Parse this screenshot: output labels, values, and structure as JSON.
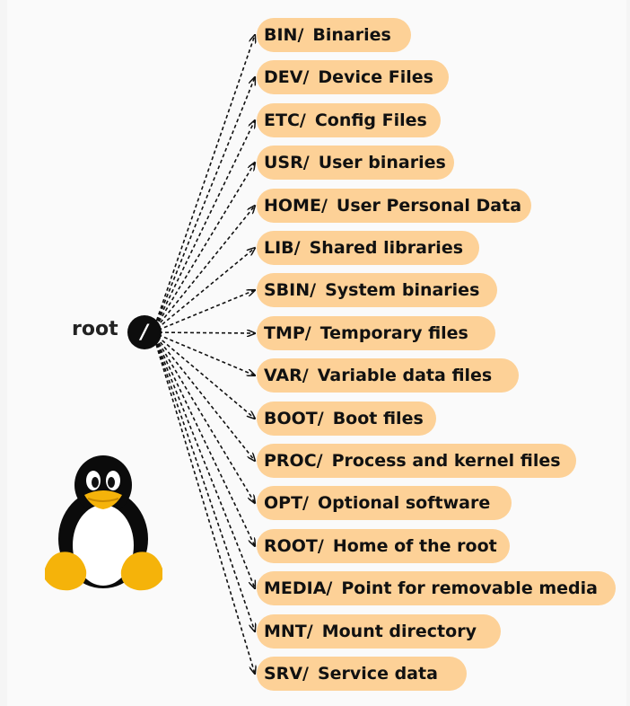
{
  "root": {
    "label": "root",
    "symbol": "/"
  },
  "directories": [
    {
      "code": "BIN/",
      "desc": "Binaries"
    },
    {
      "code": "DEV/",
      "desc": "Device Files"
    },
    {
      "code": "ETC/",
      "desc": "Config Files"
    },
    {
      "code": "USR/",
      "desc": "User binaries"
    },
    {
      "code": "HOME/",
      "desc": "User Personal Data"
    },
    {
      "code": "LIB/",
      "desc": "Shared libraries"
    },
    {
      "code": "SBIN/",
      "desc": "System binaries"
    },
    {
      "code": "TMP/",
      "desc": "Temporary files"
    },
    {
      "code": "VAR/",
      "desc": "Variable data files"
    },
    {
      "code": "BOOT/",
      "desc": "Boot files"
    },
    {
      "code": "PROC/",
      "desc": "Process and kernel files"
    },
    {
      "code": "OPT/",
      "desc": "Optional software"
    },
    {
      "code": "ROOT/",
      "desc": "Home of the root"
    },
    {
      "code": "MEDIA/",
      "desc": "Point for removable media"
    },
    {
      "code": "MNT/",
      "desc": "Mount directory"
    },
    {
      "code": "SRV/",
      "desc": "Service data"
    }
  ],
  "colors": {
    "pill": "#fdd197",
    "root_node": "#0d0d0d",
    "text": "#111111"
  },
  "icons": {
    "mascot": "linux-penguin-icon"
  }
}
